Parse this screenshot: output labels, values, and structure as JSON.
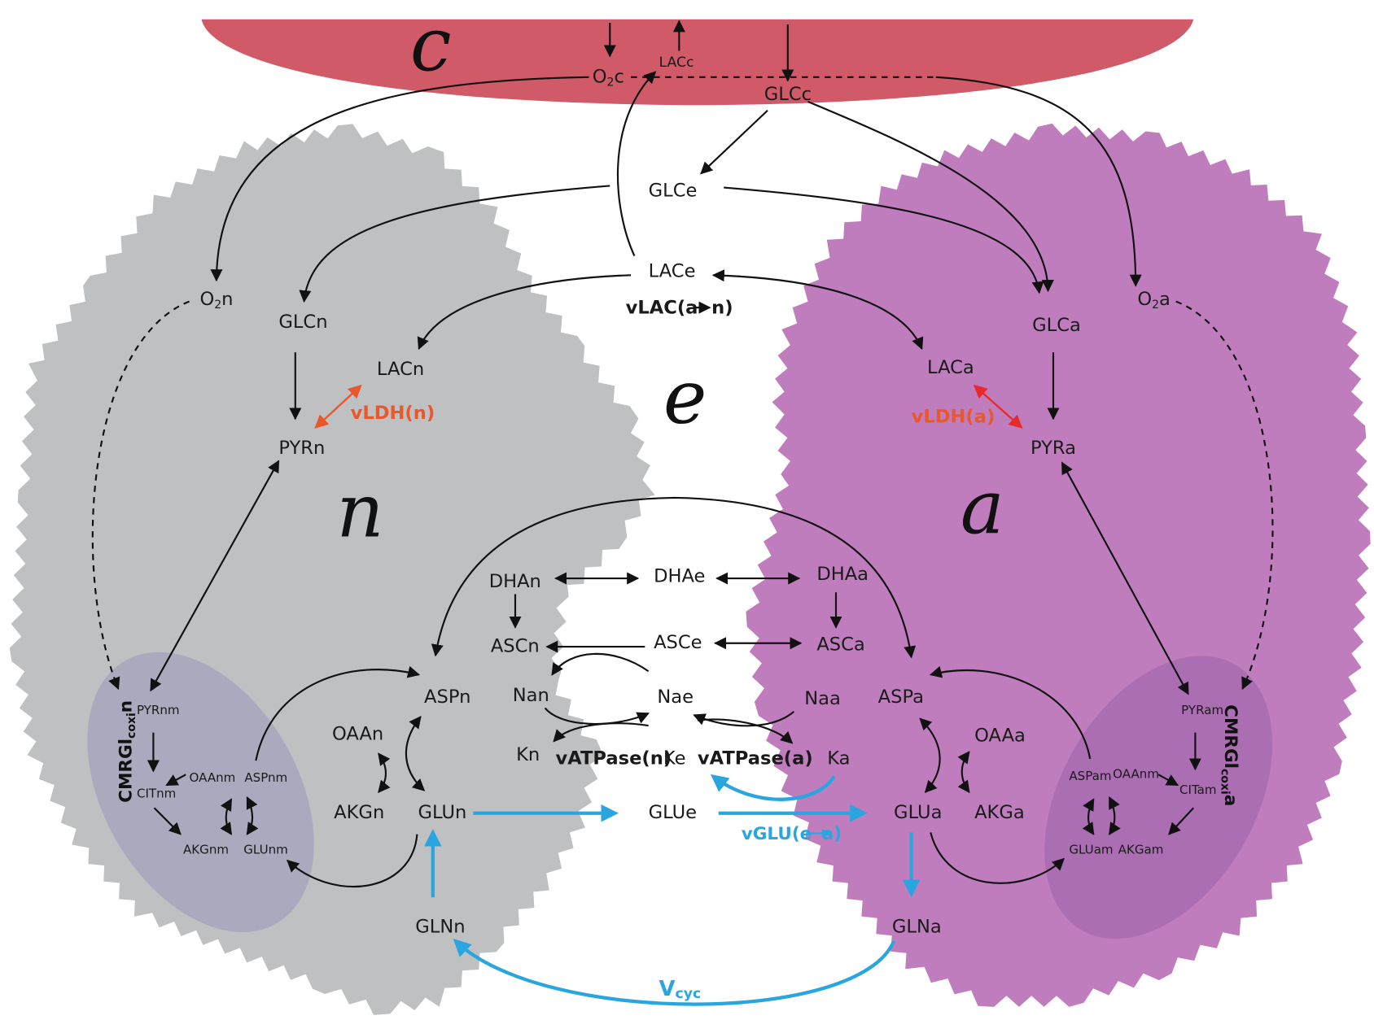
{
  "compartments": {
    "capillary": "c",
    "extracellular": "e",
    "neuron": "n",
    "astrocyte": "a"
  },
  "capillary": {
    "o2": {
      "main": "O",
      "sub": "2",
      "tail": "c"
    },
    "lac": "LACc",
    "glc": "GLCc"
  },
  "extracellular": {
    "glc": "GLCe",
    "lac": "LACe",
    "lac_flux": "vLAC(a",
    "lac_flux_tail": "n)",
    "dha": "DHAe",
    "asc": "ASCe",
    "na": "Nae",
    "k": "Ke",
    "glu": "GLUe"
  },
  "neuron": {
    "o2": {
      "main": "O",
      "sub": "2",
      "tail": "n"
    },
    "glc": "GLCn",
    "lac": "LACn",
    "ldh_flux": "vLDH(n)",
    "pyr": "PYRn",
    "dha": "DHAn",
    "asc": "ASCn",
    "na": "Nan",
    "k": "Kn",
    "atpase_flux": "vATPase(n)",
    "oaa": "OAAn",
    "asp": "ASPn",
    "akg": "AKGn",
    "glu": "GLUn",
    "gln": "GLNn",
    "mito": {
      "cmr_main": "CMRGl",
      "cmr_sub": "coxi",
      "cmr_tail": "n",
      "pyr": "PYRnm",
      "oaa": "OAAnm",
      "asp": "ASPnm",
      "cit": "CITnm",
      "akg": "AKGnm",
      "glu": "GLUnm"
    }
  },
  "astrocyte": {
    "o2": {
      "main": "O",
      "sub": "2",
      "tail": "a"
    },
    "glc": "GLCa",
    "lac": "LACa",
    "ldh_flux": "vLDH(a)",
    "pyr": "PYRa",
    "dha": "DHAa",
    "asc": "ASCa",
    "na": "Naa",
    "k": "Ka",
    "atpase_flux": "vATPase(a)",
    "oaa": "OAAa",
    "asp": "ASPa",
    "akg": "AKGa",
    "glu": "GLUa",
    "gln": "GLNa",
    "glu_uptake_flux": "vGLU(e",
    "glu_uptake_flux_tail": " a)",
    "mito": {
      "cmr_main": "CMRGl",
      "cmr_sub": "coxi",
      "cmr_tail": "a",
      "pyr": "PYRam",
      "oaa": "OAAnm",
      "asp": "ASPam",
      "cit": "CITam",
      "akg": "AKGam",
      "glu": "GLUam"
    }
  },
  "cycle": {
    "main": "V",
    "sub": "cyc"
  },
  "colors": {
    "capillary": "#d05a67",
    "neuron": "#bfc0c2",
    "astrocyte": "#c07dbd",
    "neuron_mito": "#a8a6bd",
    "astrocyte_mito": "#a86db0",
    "glutamate_cycle": "#29a6df",
    "ldh_n": "#e8582a",
    "ldh_a": "#e82a2a"
  }
}
